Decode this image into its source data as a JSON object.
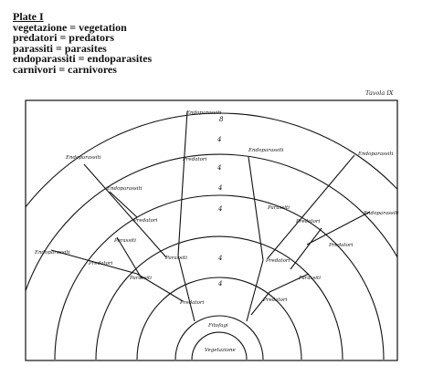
{
  "legend": {
    "title": "Plate I",
    "lines": [
      "vegetazione = vegetation",
      "predatori = predators",
      "parassiti = parasites",
      "endoparassiti = endoparasites",
      "carnivori = carnivores"
    ]
  },
  "plate_number": "Tavola IX",
  "diagram": {
    "center_labels": {
      "inner": "Vegetazione",
      "second": "Fitofagi"
    },
    "labels": {
      "endoparassiti": "Endoparassiti",
      "parassiti": "Parassiti",
      "predatori": "Predatori"
    },
    "glyphs": [
      "8",
      "4",
      "4",
      "4",
      "4",
      "4",
      "4"
    ]
  }
}
